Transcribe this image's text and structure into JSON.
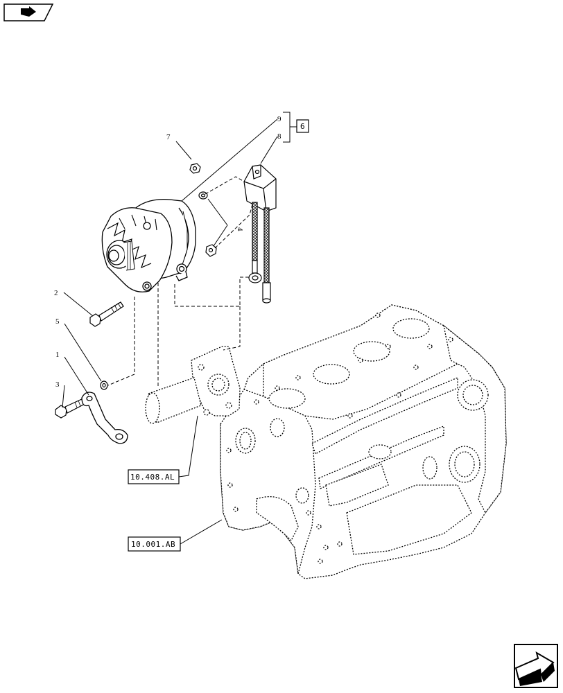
{
  "callouts": {
    "c1": "1",
    "c2": "2",
    "c3": "3",
    "c4": "4",
    "c5": "5",
    "c7": "7",
    "c8": "8",
    "c9": "9"
  },
  "refs": {
    "ref_6": "6",
    "ref_coolant": "10.408.AL",
    "ref_block": "10.001.AB"
  },
  "icons": {
    "top_nav": "back-arrow-icon",
    "bottom_nav": "next-page-arrow-icon"
  }
}
